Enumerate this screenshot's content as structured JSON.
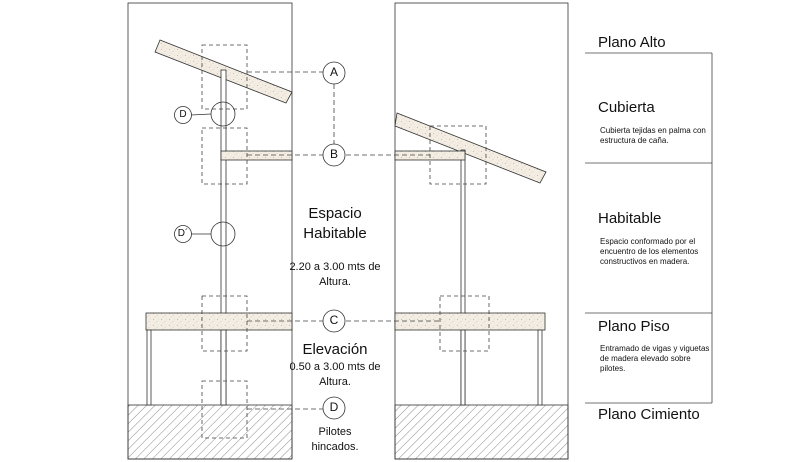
{
  "markers": {
    "a": "A",
    "b": "B",
    "c": "C",
    "d": "D",
    "d_small": "D",
    "d_prime": "D´"
  },
  "center": {
    "espacio_line1": "Espacio",
    "espacio_line2": "Habitable",
    "altura_line1": "2.20 a 3.00 mts de",
    "altura_line2": "Altura.",
    "elevacion_title": "Elevación",
    "elevacion_line1": "0.50 a 3.00 mts de",
    "elevacion_line2": "Altura.",
    "pilotes_line1": "Pilotes",
    "pilotes_line2": "hincados."
  },
  "legend": {
    "plano_alto": "Plano Alto",
    "cubierta_title": "Cubierta",
    "cubierta_desc": "Cubierta tejidas en palma con estructura de caña.",
    "habitable_title": "Habitable",
    "habitable_desc": "Espacio conformado por el encuentro de los elementos constructivos en madera.",
    "plano_piso_title": "Plano Piso",
    "plano_piso_desc": "Entramado de vigas y viguetas de madera elevado sobre pilotes.",
    "plano_cimiento": "Plano Cimiento"
  }
}
